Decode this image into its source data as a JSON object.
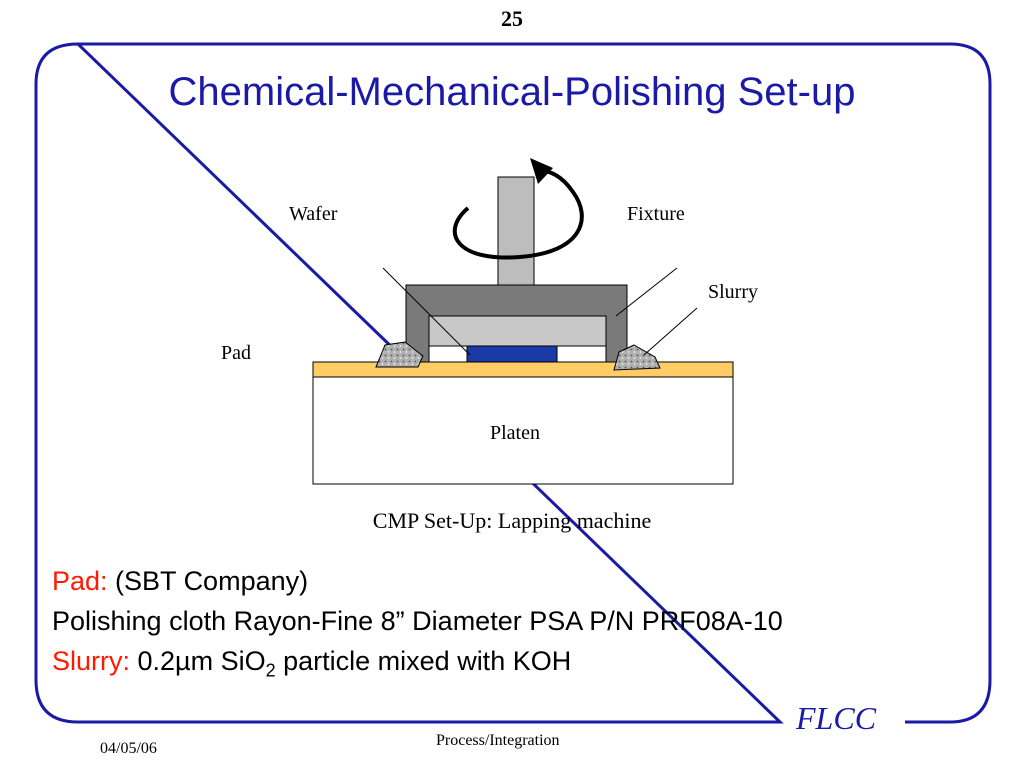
{
  "page_number": "25",
  "title": "Chemical-Mechanical-Polishing Set-up",
  "diagram": {
    "labels": {
      "wafer": "Wafer",
      "fixture": "Fixture",
      "slurry": "Slurry",
      "pad": "Pad",
      "platen": "Platen"
    },
    "caption": "CMP Set-Up: Lapping machine",
    "colors": {
      "frame": "#1a1aa6",
      "fixture": "#7a7a7a",
      "spindle": "#bdbdbd",
      "wafer": "#1a3aa8",
      "pad": "#ffcc66",
      "slurry": "#a0a0a0"
    }
  },
  "text": {
    "line1_label": "Pad:",
    "line1_value": " (SBT Company)",
    "line2": "Polishing cloth Rayon-Fine 8” Diameter PSA P/N PRF08A-10",
    "line3_label": "Slurry:",
    "line3_value_pre": " 0.2µm SiO",
    "line3_sub": "2",
    "line3_value_post": " particle mixed with KOH"
  },
  "footer": {
    "date": "04/05/06",
    "section": "Process/Integration",
    "logo": "FLCC"
  }
}
